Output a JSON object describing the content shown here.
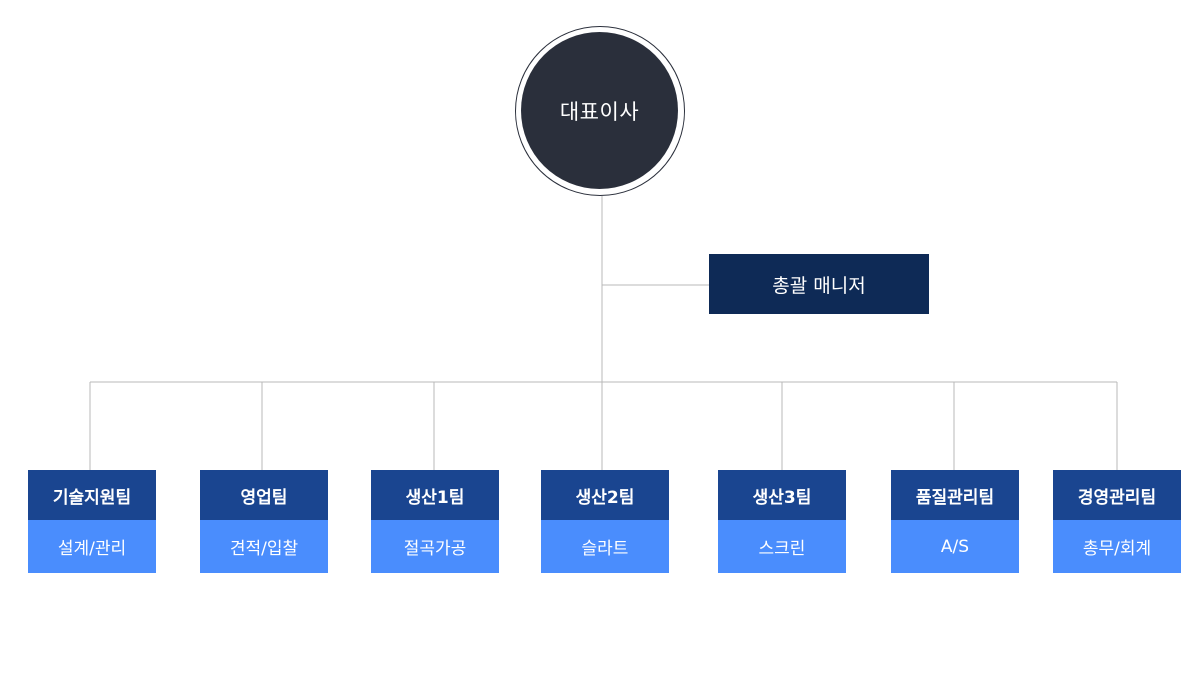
{
  "ceo": {
    "label": "대표이사"
  },
  "manager": {
    "label": "총괄 매니저"
  },
  "teams": [
    {
      "title": "기술지원팀",
      "sub": "설계/관리"
    },
    {
      "title": "영업팀",
      "sub": "견적/입찰"
    },
    {
      "title": "생산1팀",
      "sub": "절곡가공"
    },
    {
      "title": "생산2팀",
      "sub": "슬라트"
    },
    {
      "title": "생산3팀",
      "sub": "스크린"
    },
    {
      "title": "품질관리팀",
      "sub": "A/S"
    },
    {
      "title": "경영관리팀",
      "sub": "총무/회계"
    }
  ],
  "colors": {
    "ceo": "#2a2f3b",
    "manager": "#0e2a56",
    "team_title": "#1a4590",
    "team_sub": "#4a8dfd",
    "connector": "#b8b8b8"
  }
}
